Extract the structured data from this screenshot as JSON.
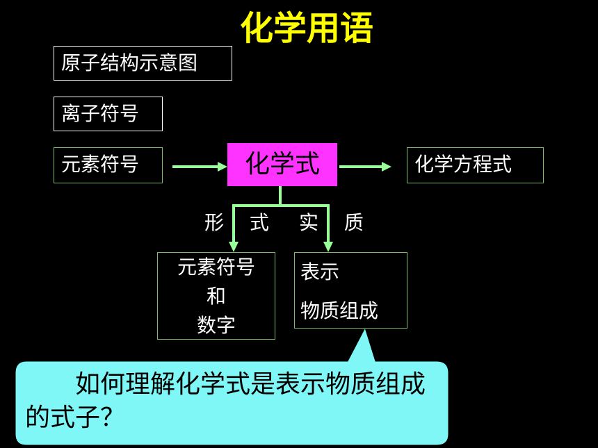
{
  "title": "化学用语",
  "left_items": [
    "原子结构示意图",
    "离子符号",
    "元素符号"
  ],
  "center": "化学式",
  "right_item": "化学方程式",
  "branch_labels": {
    "form": "形 式",
    "essence": "实 质"
  },
  "form_box": [
    "元素符号",
    "和",
    "数字"
  ],
  "essence_box": [
    "表示",
    "物质组成"
  ],
  "callout": "　　如何理解化学式是表示物质组成的式子？",
  "colors": {
    "title": "#ffff00",
    "center_fill": "#ff33ff",
    "arrow": "#99ff99",
    "callout_fill": "#7ff7f7",
    "background": "#000000"
  }
}
